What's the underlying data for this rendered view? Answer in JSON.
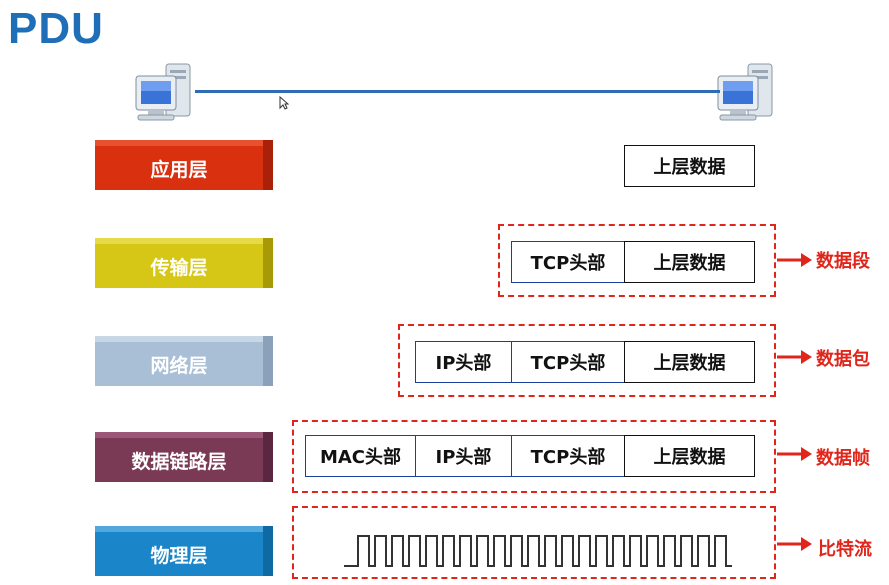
{
  "title": "PDU",
  "layers": [
    {
      "label": "应用层",
      "front": "#d9300f",
      "top": "#e8512f",
      "side": "#a82108"
    },
    {
      "label": "传输层",
      "front": "#d6c716",
      "top": "#e6da48",
      "side": "#a89a07"
    },
    {
      "label": "网络层",
      "front": "#a9bfd6",
      "top": "#c7d7e6",
      "side": "#8aa1b9"
    },
    {
      "label": "数据链路层",
      "front": "#7a3a55",
      "top": "#9a5876",
      "side": "#5a2640"
    },
    {
      "label": "物理层",
      "front": "#1a86c9",
      "top": "#52a8dd",
      "side": "#0f6aa3"
    }
  ],
  "cells": {
    "upper_data": "上层数据",
    "tcp_header": "TCP头部",
    "ip_header": "IP头部",
    "mac_header": "MAC头部"
  },
  "pdu_names": [
    "数据段",
    "数据包",
    "数据帧",
    "比特流"
  ],
  "colors": {
    "accent_red": "#e0251b",
    "link_blue": "#2f6db3",
    "title_blue": "#1f6fb8"
  },
  "icons": [
    "computer-icon",
    "computer-icon",
    "cursor-icon",
    "arrow-right-icon",
    "square-wave-icon"
  ]
}
